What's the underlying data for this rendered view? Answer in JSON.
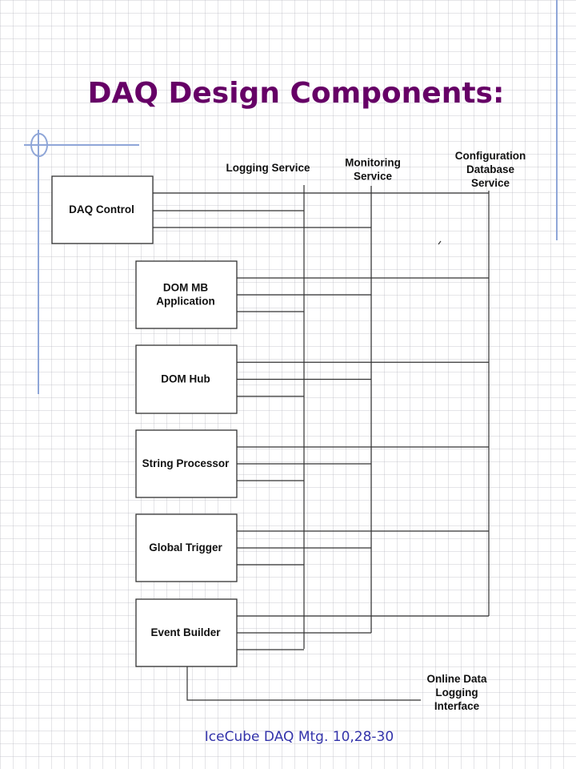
{
  "title": "DAQ Design Components:",
  "footer": "IceCube DAQ Mtg. 10,28-30",
  "services": [
    {
      "id": "logging",
      "lines": [
        "Logging Service"
      ]
    },
    {
      "id": "monitoring",
      "lines": [
        "Monitoring",
        "Service"
      ]
    },
    {
      "id": "config",
      "lines": [
        "Configuration",
        "Database",
        "Service"
      ]
    }
  ],
  "components": [
    {
      "id": "daq-control",
      "lines": [
        "DAQ Control"
      ]
    },
    {
      "id": "dom-mb-application",
      "lines": [
        "DOM MB",
        "Application"
      ]
    },
    {
      "id": "dom-hub",
      "lines": [
        "DOM Hub"
      ]
    },
    {
      "id": "string-processor",
      "lines": [
        "String Processor"
      ]
    },
    {
      "id": "global-trigger",
      "lines": [
        "Global Trigger"
      ]
    },
    {
      "id": "event-builder",
      "lines": [
        "Event Builder"
      ]
    }
  ],
  "output": {
    "id": "online-data-logging",
    "lines": [
      "Online Data",
      "Logging",
      "Interface"
    ]
  },
  "colors": {
    "title": "#660066",
    "footer": "#3333aa",
    "line": "#333333",
    "decoration": "#8fa6d8"
  }
}
